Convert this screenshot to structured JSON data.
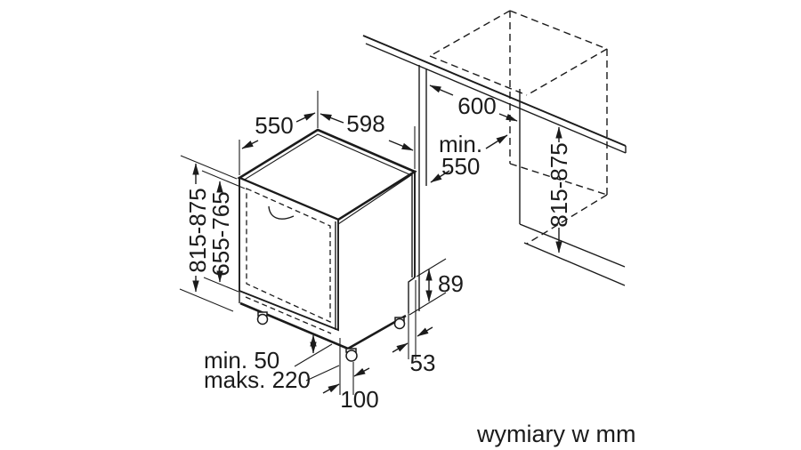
{
  "diagram": {
    "note": "wymiary w mm",
    "dims": {
      "depth_top": "550",
      "width_top": "598",
      "niche_width": "600",
      "niche_depth_l1": "min.",
      "niche_depth_l2": "550",
      "total_height_left": "815-875",
      "door_height": "655-765",
      "niche_height_right": "815-875",
      "rear_recess_height": "89",
      "plinth_min": "min. 50",
      "plinth_max": "maks. 220",
      "front_feet_offset": "100",
      "rear_recess_depth": "53"
    }
  }
}
